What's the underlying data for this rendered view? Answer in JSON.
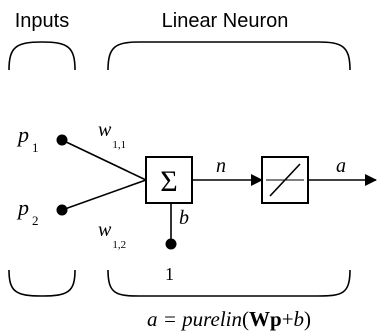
{
  "headers": {
    "inputs": "Inputs",
    "neuron": "Linear Neuron"
  },
  "inputs": [
    {
      "symbol": "p",
      "subscript": "1"
    },
    {
      "symbol": "p",
      "subscript": "2"
    }
  ],
  "weights": [
    {
      "symbol": "w",
      "subscript": "1,1"
    },
    {
      "symbol": "w",
      "subscript": "1,2"
    }
  ],
  "summation": {
    "symbol": "Σ"
  },
  "net_input": {
    "symbol": "n"
  },
  "output": {
    "symbol": "a"
  },
  "bias": {
    "symbol": "b",
    "input_value": "1"
  },
  "equation": {
    "lhs": "a = purelin",
    "open_paren": "(",
    "matrix": "W",
    "vector": "p",
    "plus": "+",
    "bias": "b",
    "close_paren": ")"
  }
}
